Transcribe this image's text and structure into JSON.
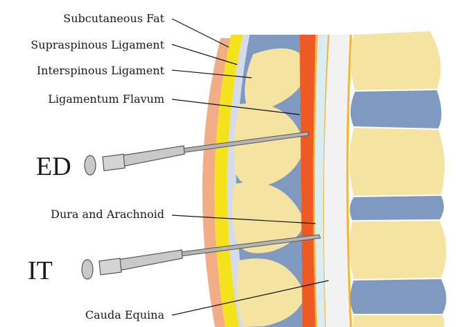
{
  "labels": {
    "subcutaneous_fat": "Subcutaneous Fat",
    "supraspinous_ligament": "Supraspinous Ligament",
    "interspinous_ligament": "Interspinous Ligament",
    "ligamentum_flavum": "Ligamentum Flavum",
    "dura_arachnoid": "Dura and Arachnoid",
    "cauda_equina": "Cauda Equina"
  },
  "needles": {
    "epidural": "ED",
    "intrathecal": "IT"
  },
  "colors": {
    "skin": "#f2ad86",
    "fat": "#f4e21c",
    "supraspinous": "#d4dceb",
    "interspinous": "#7f99c0",
    "bone": "#f5e3a2",
    "flavum": "#ee5a23",
    "dura_line": "#f5b532",
    "csf": "#d9ecef",
    "disc": "#7f99c0",
    "needle": "#c9c9c9"
  }
}
